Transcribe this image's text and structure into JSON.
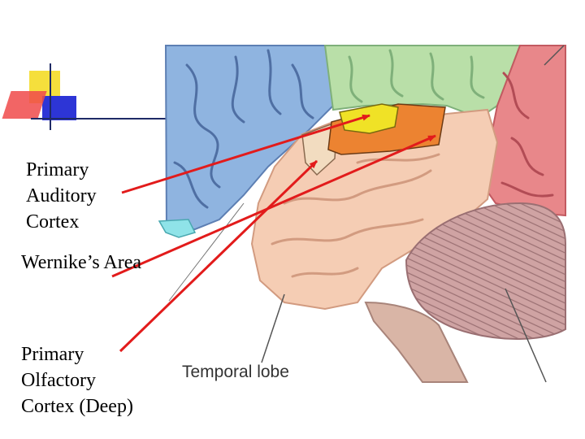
{
  "labels": {
    "primary_auditory_cortex": [
      "Primary",
      "Auditory",
      "Cortex"
    ],
    "wernickes_area": [
      "Wernike’s Area"
    ],
    "primary_olfactory_cortex": [
      "Primary",
      "Olfactory",
      "Cortex (Deep)"
    ]
  },
  "figure_caption": "Temporal lobe",
  "colors": {
    "arrow": "#e21b1b",
    "frontal_lobe": "#8fb4e0",
    "parietal_lobe": "#b9dfa8",
    "occipital_lobe": "#e8878a",
    "temporal_lobe": "#f5cdb4",
    "cerebellum": "#cfa3a3",
    "auditory_cortex": "#f0e226",
    "wernickes_area": "#ec8331",
    "insula": "#f2dcc0",
    "bullet_yellow": "#f5df3c",
    "bullet_blue": "#2d35d6",
    "bullet_red": "#f04a4a"
  },
  "icons": [
    "slide-bullet-icon",
    "arrow-icon"
  ]
}
